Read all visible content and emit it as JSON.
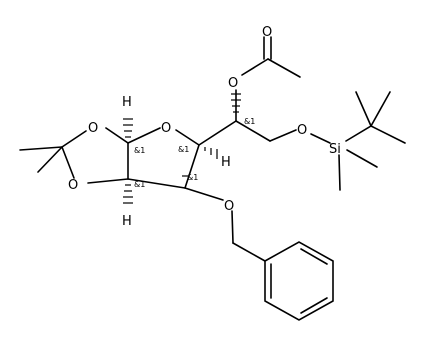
{
  "atoms": {
    "O_ring1": "O",
    "O_ring2": "O",
    "O_furanose": "O",
    "O_acetyl_ester": "O",
    "O_carbonyl": "O",
    "O_silyl": "O",
    "Si": "Si",
    "O_benzyl": "O",
    "H_c1": "H",
    "H_c2": "H",
    "H_c4": "H"
  },
  "stereo_labels": {
    "c1": "&1",
    "c2": "&1",
    "c3": "&1",
    "c4": "&1",
    "c5": "&1"
  }
}
